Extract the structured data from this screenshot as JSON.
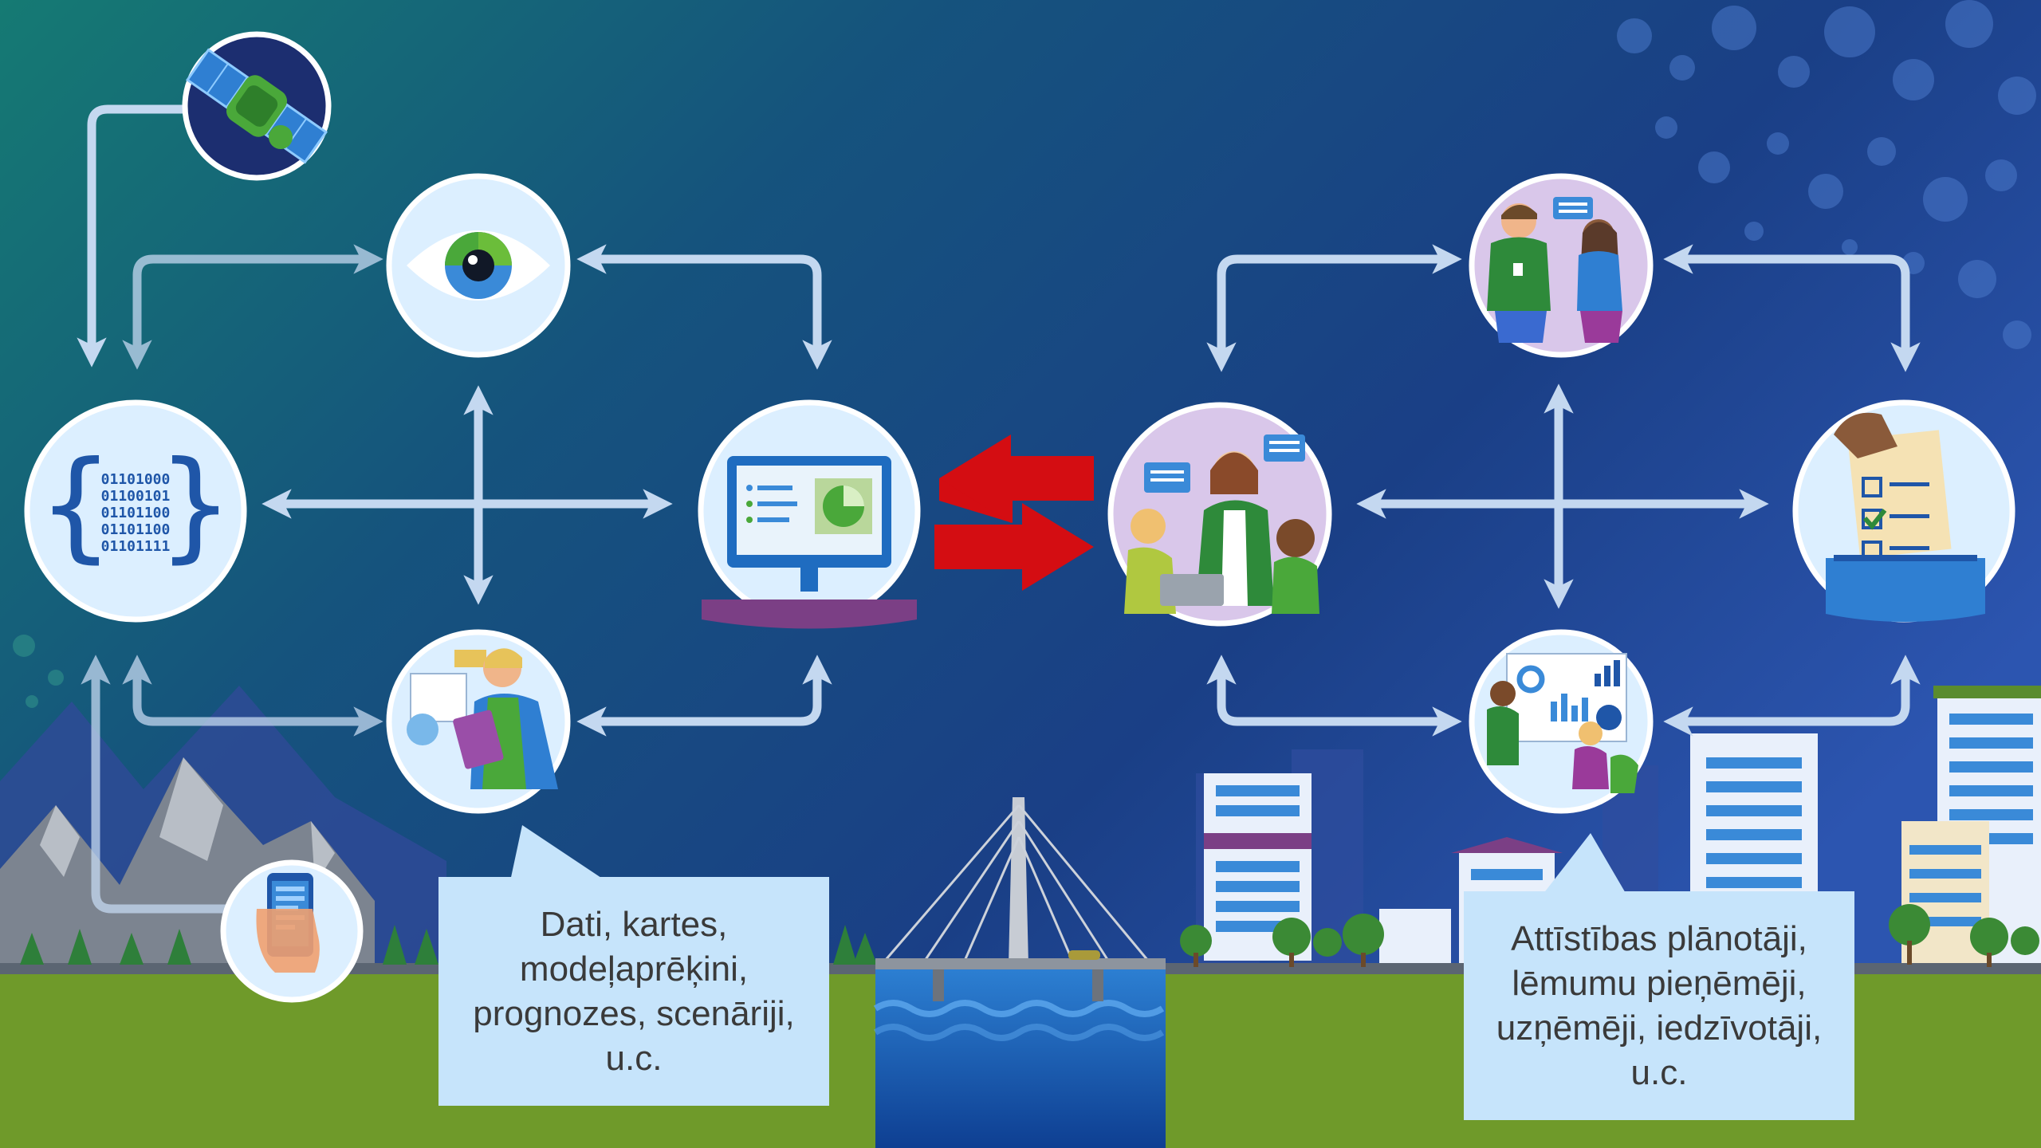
{
  "callouts": {
    "left": {
      "lines": [
        "Dati, kartes,",
        "modeļaprēķini,",
        "prognozes, scenāriji,",
        "u.c."
      ]
    },
    "right": {
      "lines": [
        "Attīstības plānotāji,",
        "lēmumu pieņēmēji,",
        "uzņēmēji, iedzīvotāji,",
        "u.c."
      ]
    }
  },
  "data_icon": {
    "binary_rows": [
      "01101000",
      "01100101",
      "01101100",
      "01101100",
      "01101111"
    ]
  },
  "colors": {
    "sky_top": "#1a3f86",
    "sky_left": "#18807a",
    "grass": "#6f9a2a",
    "river": "#1c63b8",
    "connector": "#c4d8f0",
    "exchange_arrow": "#d40d12",
    "node_fill": "#dcefff",
    "node_border": "#ffffff",
    "callout_bg": "#c6e4fb"
  },
  "icons": [
    "satellite-icon",
    "eye-icon",
    "code-data-icon",
    "dashboard-monitor-icon",
    "analyst-clipboard-icon",
    "smartphone-icon",
    "team-discussion-icon",
    "stakeholders-icon",
    "voting-ballot-icon",
    "presentation-icon"
  ]
}
